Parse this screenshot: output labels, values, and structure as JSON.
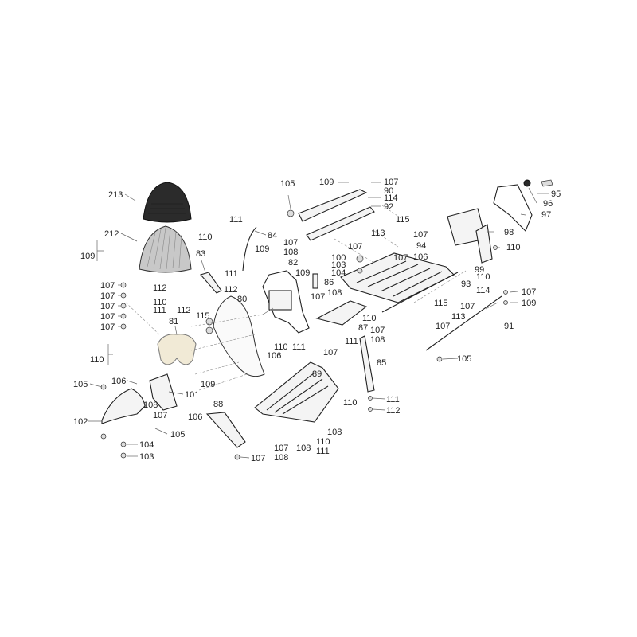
{
  "colors": {
    "background": "#ffffff",
    "line": "#222222",
    "text": "#222222",
    "cowl": "#f1ead6",
    "visor": "#c8c8c8",
    "seat": "#1e1e1e"
  },
  "callouts": [
    {
      "id": "c213",
      "text": "213"
    },
    {
      "id": "c212",
      "text": "212"
    },
    {
      "id": "c109a",
      "text": "109"
    },
    {
      "id": "c107a",
      "text": "107"
    },
    {
      "id": "c107b",
      "text": "107"
    },
    {
      "id": "c107c",
      "text": "107"
    },
    {
      "id": "c107d",
      "text": "107"
    },
    {
      "id": "c107e",
      "text": "107"
    },
    {
      "id": "c110a",
      "text": "110"
    },
    {
      "id": "c81",
      "text": "81"
    },
    {
      "id": "c105a",
      "text": "105"
    },
    {
      "id": "c106a",
      "text": "106"
    },
    {
      "id": "c108a",
      "text": "108"
    },
    {
      "id": "c101",
      "text": "101"
    },
    {
      "id": "c107f",
      "text": "107"
    },
    {
      "id": "c106b",
      "text": "106"
    },
    {
      "id": "c102",
      "text": "102"
    },
    {
      "id": "c105b",
      "text": "105"
    },
    {
      "id": "c104",
      "text": "104"
    },
    {
      "id": "c103",
      "text": "103"
    },
    {
      "id": "c111a",
      "text": "111"
    },
    {
      "id": "c110b",
      "text": "110"
    },
    {
      "id": "c84",
      "text": "84"
    },
    {
      "id": "c83",
      "text": "83"
    },
    {
      "id": "c109b",
      "text": "109"
    },
    {
      "id": "c111b",
      "text": "111"
    },
    {
      "id": "c112a",
      "text": "112"
    },
    {
      "id": "c110c",
      "text": "110"
    },
    {
      "id": "c111c",
      "text": "111"
    },
    {
      "id": "c112b",
      "text": "112"
    },
    {
      "id": "c112c",
      "text": "112"
    },
    {
      "id": "c80",
      "text": "80"
    },
    {
      "id": "c115a",
      "text": "115"
    },
    {
      "id": "c106c",
      "text": "106"
    },
    {
      "id": "c109c",
      "text": "109"
    },
    {
      "id": "c88",
      "text": "88"
    },
    {
      "id": "c107g",
      "text": "107"
    },
    {
      "id": "c105c",
      "text": "105"
    },
    {
      "id": "c107h",
      "text": "107"
    },
    {
      "id": "c108b",
      "text": "108"
    },
    {
      "id": "c82",
      "text": "82"
    },
    {
      "id": "c109d",
      "text": "109"
    },
    {
      "id": "c86",
      "text": "86"
    },
    {
      "id": "c107i",
      "text": "107"
    },
    {
      "id": "c108c",
      "text": "108"
    },
    {
      "id": "c110d",
      "text": "110"
    },
    {
      "id": "c111d",
      "text": "111"
    },
    {
      "id": "c109e",
      "text": "109"
    },
    {
      "id": "c107j",
      "text": "107"
    },
    {
      "id": "c90",
      "text": "90"
    },
    {
      "id": "c114a",
      "text": "114"
    },
    {
      "id": "c92",
      "text": "92"
    },
    {
      "id": "c115b",
      "text": "115"
    },
    {
      "id": "c113a",
      "text": "113"
    },
    {
      "id": "c107k",
      "text": "107"
    },
    {
      "id": "c107l",
      "text": "107"
    },
    {
      "id": "c94",
      "text": "94"
    },
    {
      "id": "c100",
      "text": "100"
    },
    {
      "id": "c103b",
      "text": "103"
    },
    {
      "id": "c104b",
      "text": "104"
    },
    {
      "id": "c107m",
      "text": "107"
    },
    {
      "id": "c106d",
      "text": "106"
    },
    {
      "id": "c87",
      "text": "87"
    },
    {
      "id": "c110e",
      "text": "110"
    },
    {
      "id": "c107n",
      "text": "107"
    },
    {
      "id": "c108d",
      "text": "108"
    },
    {
      "id": "c111e",
      "text": "111"
    },
    {
      "id": "c85",
      "text": "85"
    },
    {
      "id": "c110f",
      "text": "110"
    },
    {
      "id": "c111f",
      "text": "111"
    },
    {
      "id": "c112d",
      "text": "112"
    },
    {
      "id": "c107o",
      "text": "107"
    },
    {
      "id": "c89",
      "text": "89"
    },
    {
      "id": "c108e",
      "text": "108"
    },
    {
      "id": "c107p",
      "text": "107"
    },
    {
      "id": "c108f",
      "text": "108"
    },
    {
      "id": "c108g",
      "text": "108"
    },
    {
      "id": "c110g",
      "text": "110"
    },
    {
      "id": "c111g",
      "text": "111"
    },
    {
      "id": "c93",
      "text": "93"
    },
    {
      "id": "c114b",
      "text": "114"
    },
    {
      "id": "c115c",
      "text": "115"
    },
    {
      "id": "c107q",
      "text": "107"
    },
    {
      "id": "c113b",
      "text": "113"
    },
    {
      "id": "c107r",
      "text": "107"
    },
    {
      "id": "c99",
      "text": "99"
    },
    {
      "id": "c110h",
      "text": "110"
    },
    {
      "id": "c98",
      "text": "98"
    },
    {
      "id": "c110i",
      "text": "110"
    },
    {
      "id": "c95",
      "text": "95"
    },
    {
      "id": "c96",
      "text": "96"
    },
    {
      "id": "c97",
      "text": "97"
    },
    {
      "id": "c107s",
      "text": "107"
    },
    {
      "id": "c109f",
      "text": "109"
    },
    {
      "id": "c91",
      "text": "91"
    },
    {
      "id": "c105d",
      "text": "105"
    }
  ]
}
